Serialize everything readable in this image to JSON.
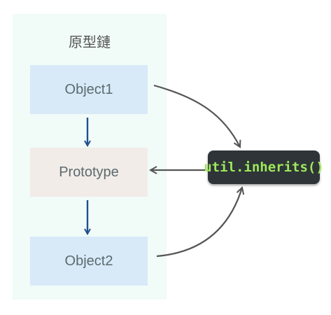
{
  "panel": {
    "title": "原型鏈"
  },
  "nodes": {
    "object1": "Object1",
    "prototype": "Prototype",
    "object2": "Object2",
    "util": "util.inherits()"
  },
  "colors": {
    "panel_bg": "#f1fbf8",
    "object_bg": "#d8eaf8",
    "prototype_bg": "#f1ece8",
    "util_bg": "#2e3438",
    "util_text": "#9fe85a",
    "vertical_arrow": "#1f4f8f",
    "curve_arrow": "#555555"
  }
}
